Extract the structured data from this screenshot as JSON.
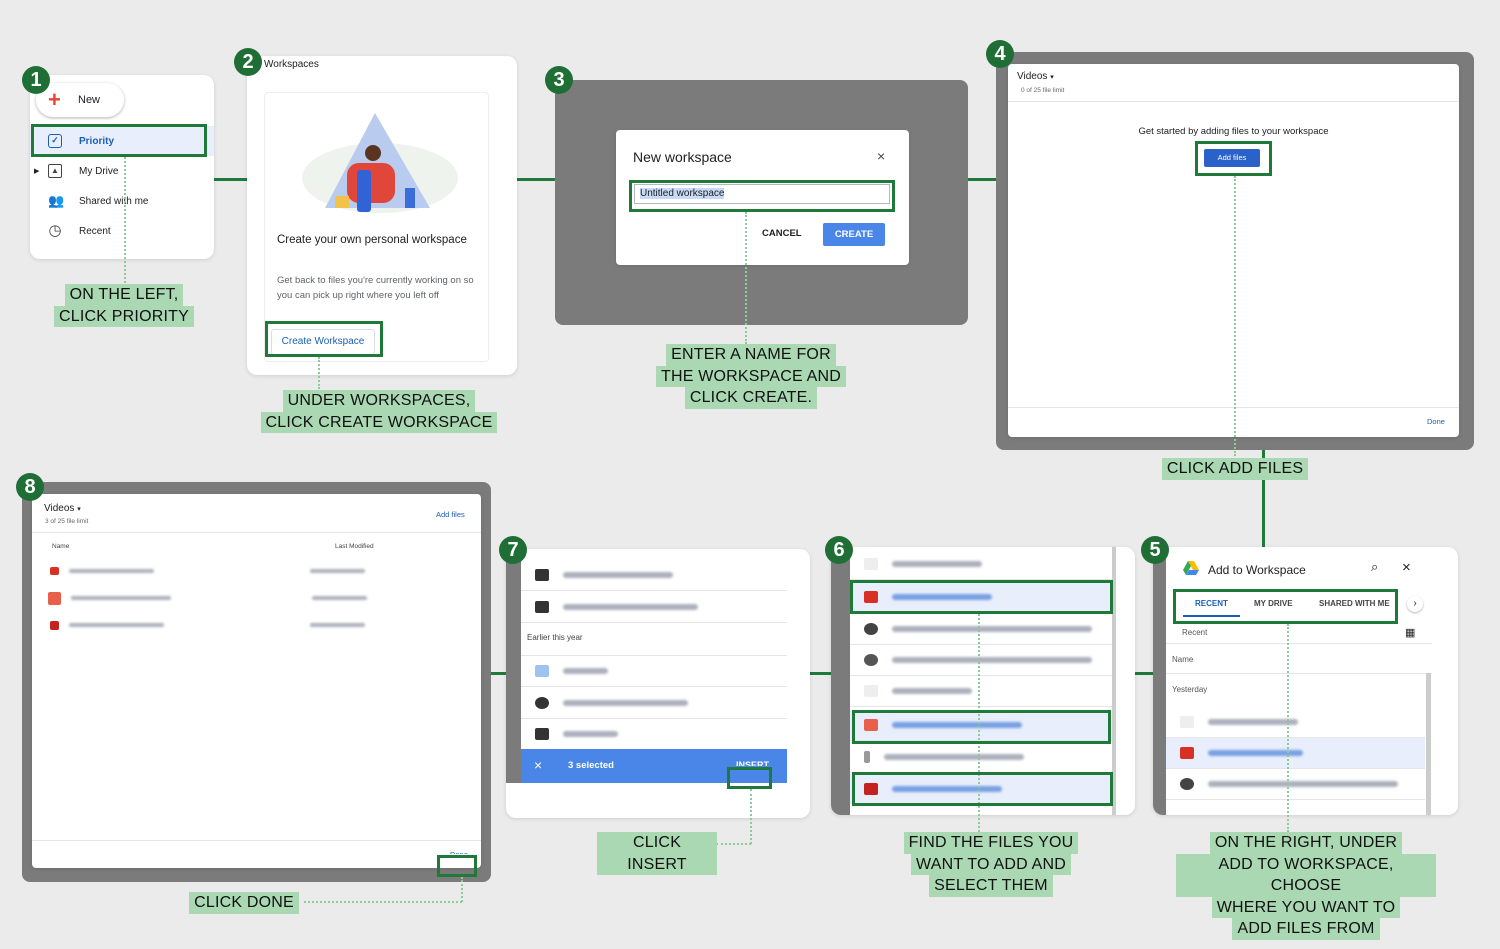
{
  "colors": {
    "accent_green": "#1f7a3a",
    "caption_bg": "#a9d8b3",
    "google_blue": "#4285f4",
    "link_blue": "#1a5fb4",
    "background": "#ebebeb"
  },
  "steps": [
    {
      "number": "1",
      "caption": [
        "ON THE LEFT,",
        "CLICK PRIORITY"
      ]
    },
    {
      "number": "2",
      "caption": [
        "UNDER WORKSPACES,",
        "CLICK CREATE WORKSPACE"
      ]
    },
    {
      "number": "3",
      "caption": [
        "ENTER A NAME FOR",
        "THE WORKSPACE AND",
        "CLICK CREATE."
      ]
    },
    {
      "number": "4",
      "caption": [
        "CLICK ADD FILES"
      ]
    },
    {
      "number": "5",
      "caption": [
        "ON THE RIGHT, UNDER",
        "ADD TO WORKSPACE, CHOOSE",
        "WHERE YOU WANT TO",
        "ADD FILES FROM"
      ]
    },
    {
      "number": "6",
      "caption": [
        "FIND THE FILES YOU",
        "WANT TO ADD AND",
        "SELECT THEM"
      ]
    },
    {
      "number": "7",
      "caption": [
        "CLICK INSERT"
      ]
    },
    {
      "number": "8",
      "caption": [
        "CLICK DONE"
      ]
    }
  ],
  "sidebar": {
    "new_label": "New",
    "items": [
      {
        "label": "Priority",
        "icon": "priority-check-icon"
      },
      {
        "label": "My Drive",
        "icon": "drive-icon"
      },
      {
        "label": "Shared with me",
        "icon": "people-icon"
      },
      {
        "label": "Recent",
        "icon": "clock-icon"
      }
    ]
  },
  "workspaces": {
    "heading": "Workspaces",
    "card_title": "Create your own personal workspace",
    "card_body": "Get back to files you're currently working on so you can pick up right where you left off",
    "create_button": "Create Workspace"
  },
  "new_workspace_dialog": {
    "title": "New workspace",
    "input_value": "Untitled workspace",
    "cancel": "CANCEL",
    "create": "CREATE"
  },
  "empty_workspace": {
    "title": "Videos",
    "limit": "0 of 25 file limit",
    "prompt": "Get started by adding files to your workspace",
    "add_files": "Add files",
    "done": "Done"
  },
  "add_to_workspace": {
    "title": "Add to Workspace",
    "tabs": [
      "RECENT",
      "MY DRIVE",
      "SHARED WITH ME"
    ],
    "active_tab": "RECENT",
    "section": "Recent",
    "column": "Name",
    "group": "Yesterday"
  },
  "picker": {
    "group": "Earlier this year",
    "selected": "3 selected",
    "insert": "INSERT"
  },
  "final_workspace": {
    "title": "Videos",
    "limit": "3 of 25 file limit",
    "add_files": "Add files",
    "col_name": "Name",
    "col_modified": "Last Modified",
    "done": "Done"
  }
}
